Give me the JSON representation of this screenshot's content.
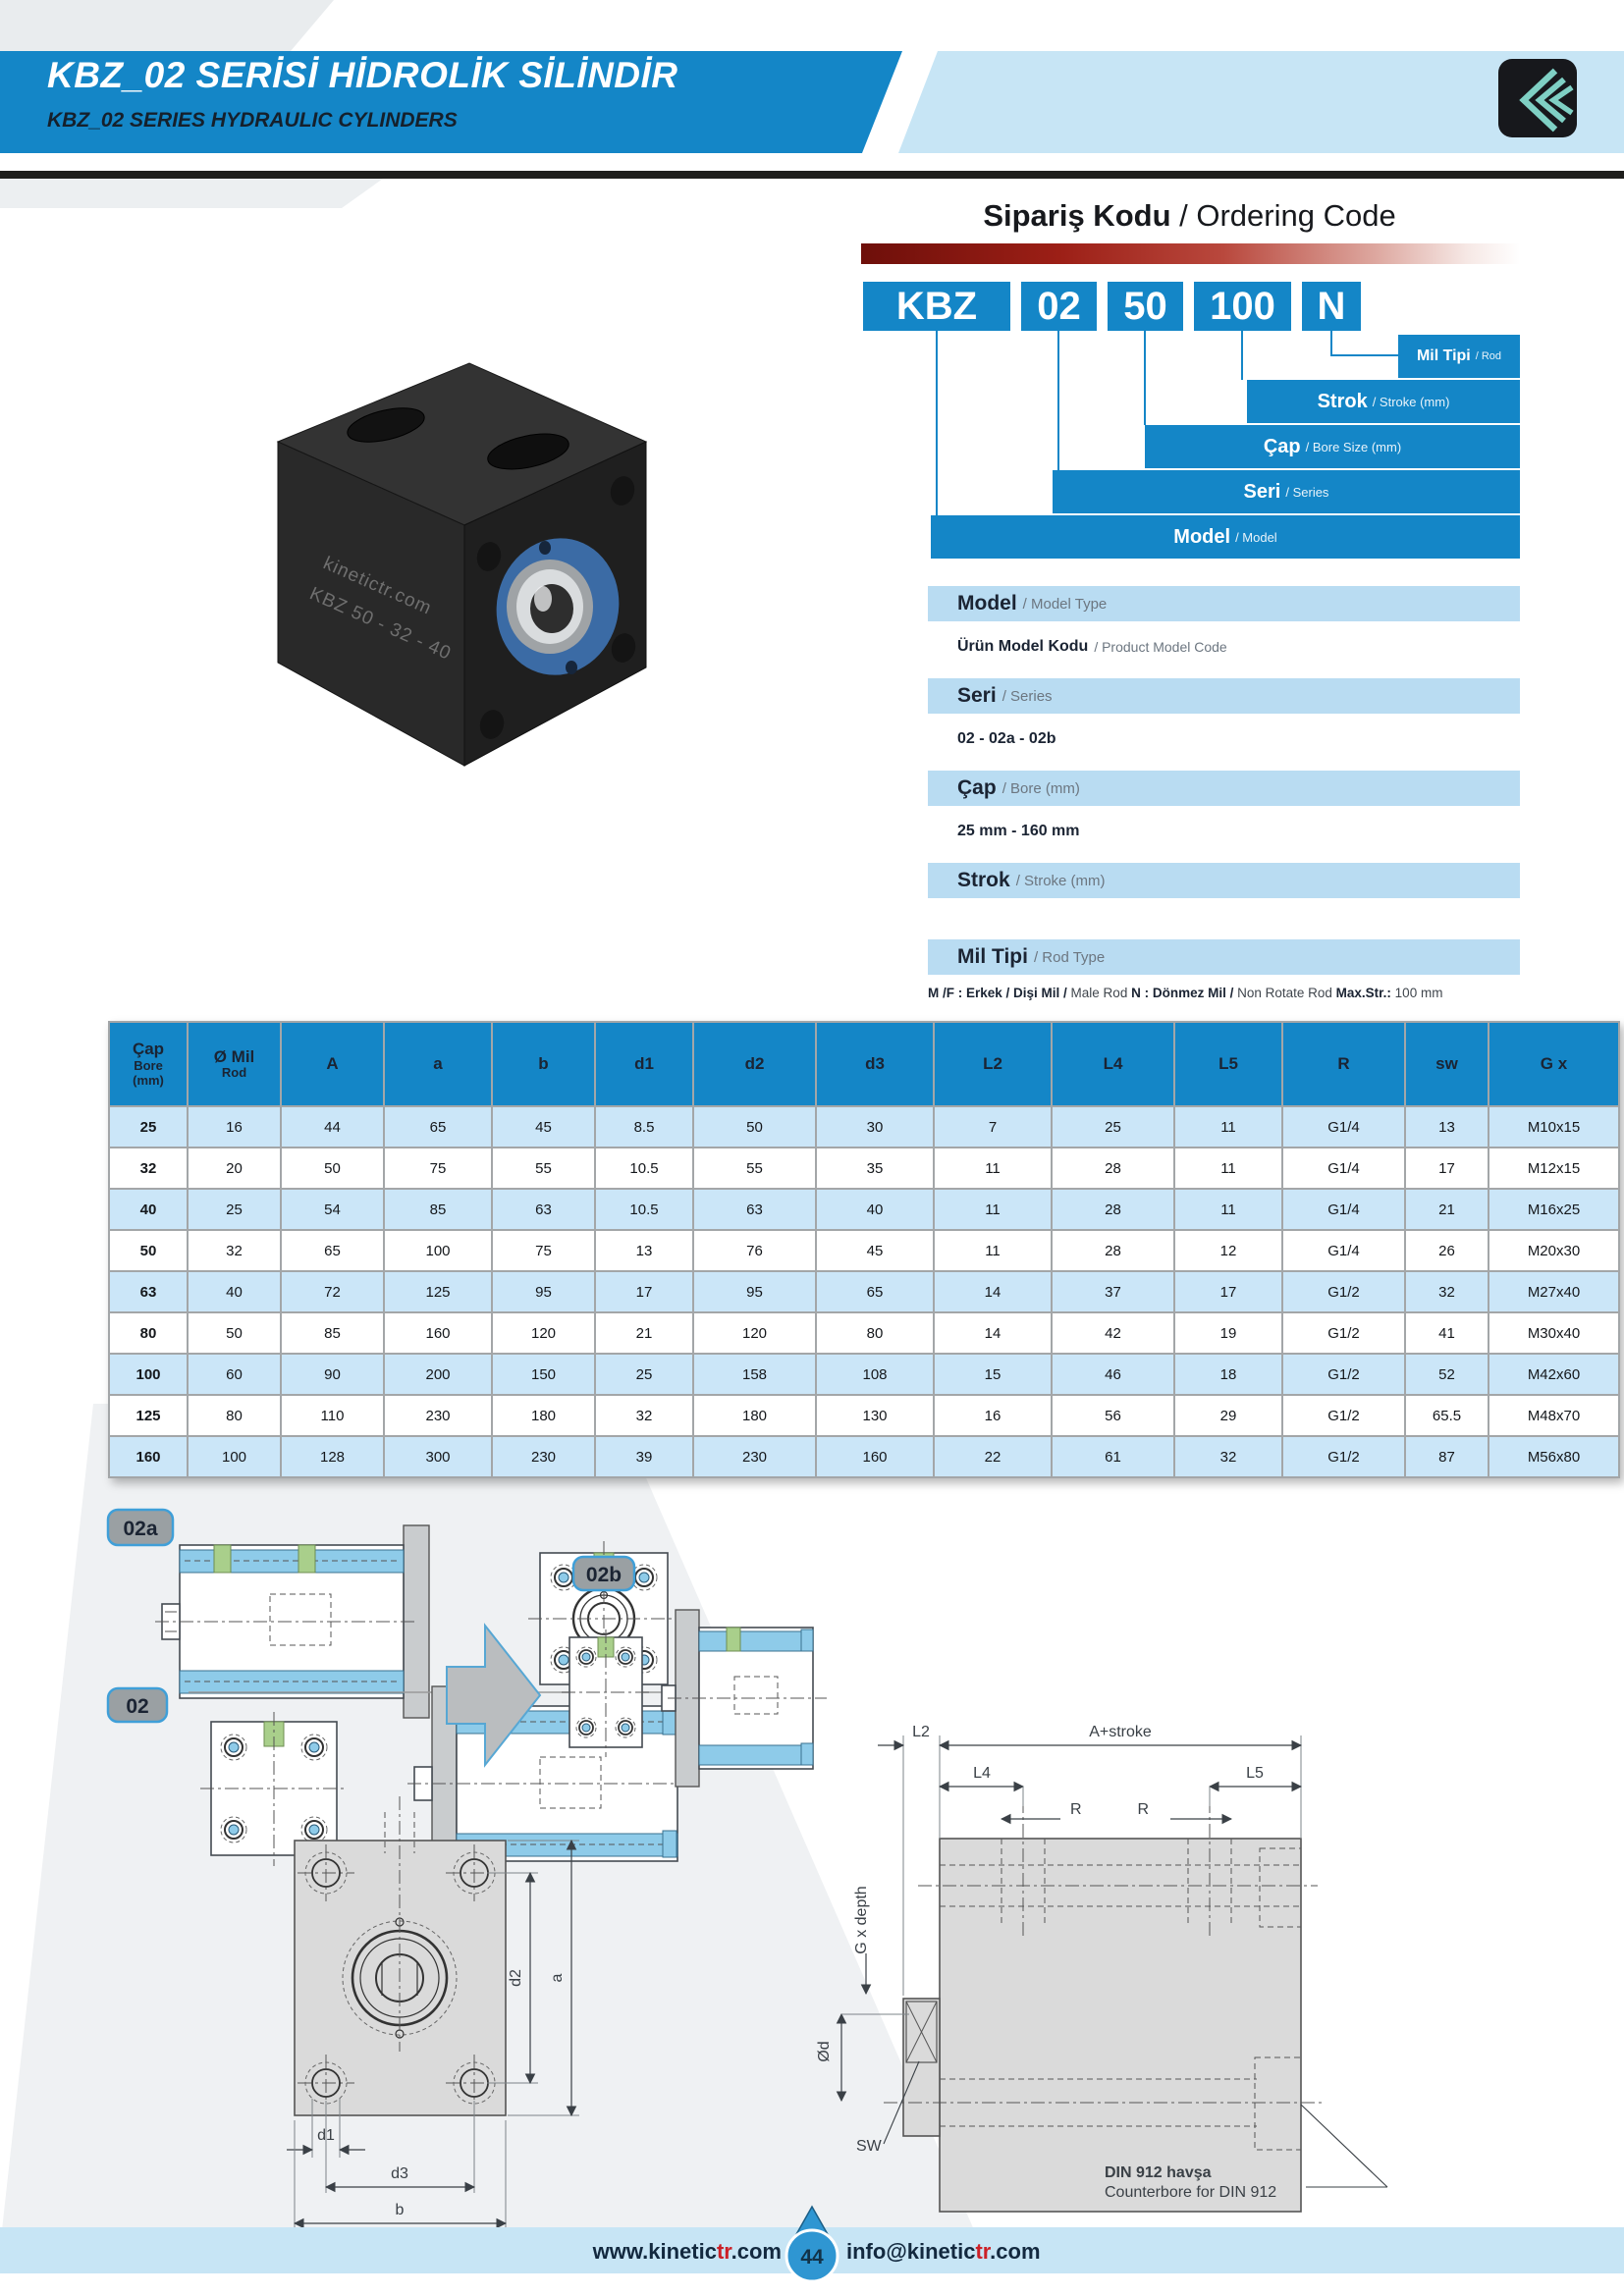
{
  "header": {
    "title": "KBZ_02 SERİSİ HİDROLİK SİLİNDİR",
    "subtitle": "KBZ_02 SERIES HYDRAULIC CYLINDERS"
  },
  "photo": {
    "engraving_line1": "kinetictr.com",
    "engraving_line2": "KBZ 50 - 32 - 40"
  },
  "ordering": {
    "title_tr": "Sipariş Kodu",
    "title_en": " / Ordering Code",
    "code_boxes": [
      "KBZ",
      "02",
      "50",
      "100",
      "N"
    ],
    "labels": [
      {
        "tr": "Mil Tipi",
        "en": "/ Rod"
      },
      {
        "tr": "Strok",
        "en": "/ Stroke (mm)"
      },
      {
        "tr": "Çap",
        "en": "/ Bore Size (mm)"
      },
      {
        "tr": "Seri",
        "en": "/ Series"
      },
      {
        "tr": "Model",
        "en": "/ Model"
      }
    ],
    "details": [
      {
        "type": "bar",
        "tr": "Model",
        "en": "/ Model Type"
      },
      {
        "type": "val",
        "tr": "Ürün Model Kodu",
        "en": "/ Product Model Code"
      },
      {
        "type": "bar",
        "tr": "Seri",
        "en": "/ Series"
      },
      {
        "type": "val",
        "text": "02 - 02a - 02b"
      },
      {
        "type": "bar",
        "tr": "Çap",
        "en": "/ Bore (mm)"
      },
      {
        "type": "val",
        "text": "25 mm - 160 mm"
      },
      {
        "type": "bar",
        "tr": "Strok",
        "en": "/ Stroke (mm)"
      },
      {
        "type": "bar",
        "tr": "Mil Tipi",
        "en": "/ Rod Type"
      }
    ],
    "note_segments": [
      {
        "text": "M /F : Erkek / Dişi Mil /",
        "bold": true
      },
      {
        "text": " Male Rod",
        "bold": false
      },
      {
        "text": "   N : Dönmez Mil /",
        "bold": true
      },
      {
        "text": " Non Rotate Rod",
        "bold": false
      },
      {
        "text": "  Max.Str.:",
        "bold": true
      },
      {
        "text": " 100 mm",
        "bold": false
      }
    ]
  },
  "table": {
    "headers": [
      {
        "main": "Çap",
        "sub": "Bore\n(mm)"
      },
      {
        "main": "Ø Mil",
        "sub": "Rod"
      },
      {
        "main": "A",
        "sub": ""
      },
      {
        "main": "a",
        "sub": ""
      },
      {
        "main": "b",
        "sub": ""
      },
      {
        "main": "d1",
        "sub": ""
      },
      {
        "main": "d2",
        "sub": ""
      },
      {
        "main": "d3",
        "sub": ""
      },
      {
        "main": "L2",
        "sub": ""
      },
      {
        "main": "L4",
        "sub": ""
      },
      {
        "main": "L5",
        "sub": ""
      },
      {
        "main": "R",
        "sub": ""
      },
      {
        "main": "sw",
        "sub": ""
      },
      {
        "main": "G x",
        "sub": ""
      }
    ],
    "rows": [
      [
        "25",
        "16",
        "44",
        "65",
        "45",
        "8.5",
        "50",
        "30",
        "7",
        "25",
        "11",
        "G1/4",
        "13",
        "M10x15"
      ],
      [
        "32",
        "20",
        "50",
        "75",
        "55",
        "10.5",
        "55",
        "35",
        "11",
        "28",
        "11",
        "G1/4",
        "17",
        "M12x15"
      ],
      [
        "40",
        "25",
        "54",
        "85",
        "63",
        "10.5",
        "63",
        "40",
        "11",
        "28",
        "11",
        "G1/4",
        "21",
        "M16x25"
      ],
      [
        "50",
        "32",
        "65",
        "100",
        "75",
        "13",
        "76",
        "45",
        "11",
        "28",
        "12",
        "G1/4",
        "26",
        "M20x30"
      ],
      [
        "63",
        "40",
        "72",
        "125",
        "95",
        "17",
        "95",
        "65",
        "14",
        "37",
        "17",
        "G1/2",
        "32",
        "M27x40"
      ],
      [
        "80",
        "50",
        "85",
        "160",
        "120",
        "21",
        "120",
        "80",
        "14",
        "42",
        "19",
        "G1/2",
        "41",
        "M30x40"
      ],
      [
        "100",
        "60",
        "90",
        "200",
        "150",
        "25",
        "158",
        "108",
        "15",
        "46",
        "18",
        "G1/2",
        "52",
        "M42x60"
      ],
      [
        "125",
        "80",
        "110",
        "230",
        "180",
        "32",
        "180",
        "130",
        "16",
        "56",
        "29",
        "G1/2",
        "65.5",
        "M48x70"
      ],
      [
        "160",
        "100",
        "128",
        "300",
        "230",
        "39",
        "230",
        "160",
        "22",
        "61",
        "32",
        "G1/2",
        "87",
        "M56x80"
      ]
    ]
  },
  "drawings": {
    "badge_02a": "02a",
    "badge_02": "02",
    "badge_02b": "02b",
    "side_dims": {
      "L2": "L2",
      "A_stroke": "A+stroke",
      "L4": "L4",
      "L5": "L5",
      "R_left": "R",
      "R_right": "R",
      "G_depth": "G x depth",
      "Od": "Ød",
      "SW": "SW"
    },
    "din_note_line1": "DIN 912 havşa",
    "din_note_line2": "Counterbore for DIN 912",
    "front_dims": {
      "d2": "d2",
      "a": "a",
      "d1": "d1",
      "d3": "d3",
      "b": "b"
    }
  },
  "footer": {
    "website_prefix": "www.kinetic",
    "website_accent": "tr",
    "website_suffix": ".com",
    "page_number": "44",
    "email_prefix": "info@kinetic",
    "email_accent": "tr",
    "email_suffix": ".com"
  },
  "colors": {
    "brand_blue": "#1486c7",
    "panel_light_blue": "#c7e5f5",
    "bar_light_blue": "#b9dcf2",
    "row_light_blue": "#cbe6f8",
    "accent_red": "#cc2027",
    "navy_text": "#1b2433"
  }
}
